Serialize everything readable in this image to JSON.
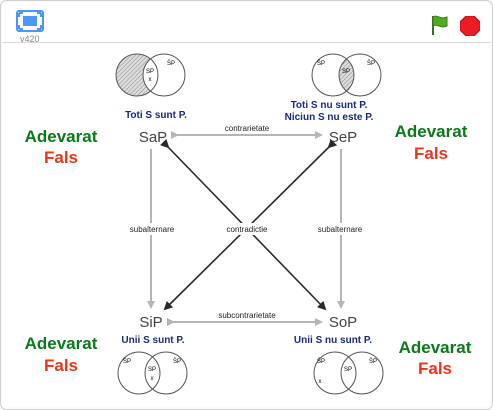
{
  "toolbar": {
    "version": "v420",
    "fullscreen_icon": "fullscreen-icon",
    "green_flag_icon": "green-flag-icon",
    "stop_icon": "stop-sign-icon"
  },
  "colors": {
    "true_green": "#0a7a1a",
    "false_red": "#e8361a",
    "statement_navy": "#1a2a78",
    "arrow_gray": "#b5b5b5",
    "arrow_dark": "#2a2a2a"
  },
  "corners": {
    "sap": {
      "code": "SaP",
      "statement": "Toti S sunt P.",
      "true_label": "Adevarat",
      "false_label": "Fals"
    },
    "sep": {
      "code": "SeP",
      "statement_line1": "Toti S nu sunt P.",
      "statement_line2": "Niciun S nu este P.",
      "true_label": "Adevarat",
      "false_label": "Fals"
    },
    "sip": {
      "code": "SiP",
      "statement": "Unii S sunt P.",
      "true_label": "Adevarat",
      "false_label": "Fals"
    },
    "sop": {
      "code": "SoP",
      "statement": "Unii S nu sunt P.",
      "true_label": "Adevarat",
      "false_label": "Fals"
    }
  },
  "relations": {
    "contrariety": "contrarietate",
    "subcontrariety": "subcontrarietate",
    "subalternation_left": "subalternare",
    "subalternation_right": "subalternare",
    "contradiction": "contradictie"
  },
  "venn": {
    "left_label": "S̄P",
    "middle_label": "SP",
    "right_label": "S̄P",
    "x_mark": "x"
  }
}
